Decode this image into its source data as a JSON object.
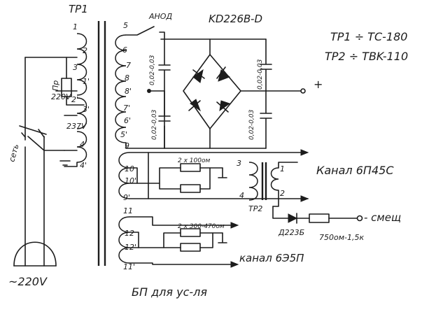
{
  "diagram": {
    "transformer1": {
      "name": "TP1",
      "pins": {
        "p1": "1",
        "p2": "2",
        "p3": "3",
        "p1a": "1'",
        "p2a": "2'",
        "p3a": "3'",
        "p4": "4",
        "p4a": "4'",
        "p5": "5",
        "p6": "6",
        "p7": "7",
        "p8": "8",
        "p8a": "8'",
        "p7a": "7'",
        "p6a": "6'",
        "p5a": "5'",
        "p9": "9",
        "p10": "10",
        "p10a": "10'",
        "p9a": "9'",
        "p11": "11",
        "p12": "12",
        "p12a": "12'",
        "p11a": "11'"
      },
      "taps": {
        "v220": "220V",
        "v237": "237V"
      }
    },
    "fuse_label": "Пр",
    "switch_label": "сеть",
    "mains_label": "~220V",
    "anode_label": "АНОД",
    "bridge_label": "KD226B-D",
    "cap_label": "0,02-0,03",
    "plus_label": "+",
    "spec1": "TP1 ÷ TC-180",
    "spec2": "TP2 ÷ TBK-110",
    "res1_label": "2 x 100ом",
    "res2_label": "2 x 300-470ом",
    "channel1": "Канал 6П45С",
    "channel2": "канал 6Э5П",
    "transformer2": {
      "name": "TP2",
      "pins": {
        "p1": "1",
        "p2": "2",
        "p3": "3",
        "p4": "4"
      }
    },
    "diode_label": "Д223Б",
    "res3_label": "750ом-1,5к",
    "bias_label": "- смещ",
    "caption": "БП для ус-ля"
  }
}
